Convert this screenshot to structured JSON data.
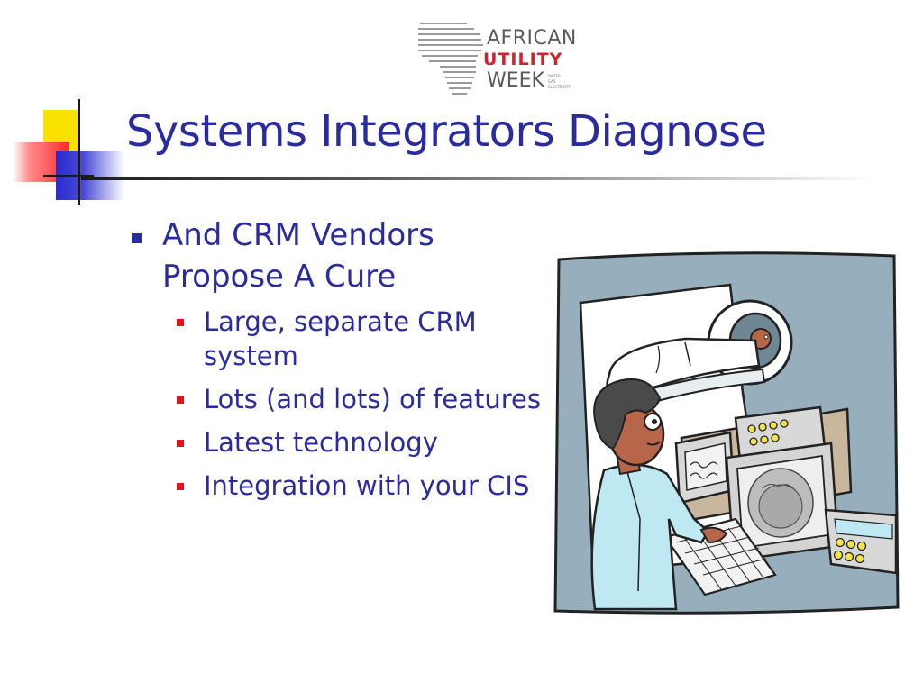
{
  "logo": {
    "line1": "AFRICAN",
    "line2": "UTILITY",
    "line3": "WEEK",
    "small1": "WATER",
    "small2": "GAS",
    "small3": "ELECTRICITY"
  },
  "title": "Systems Integrators Diagnose",
  "bullet": {
    "text": "And CRM Vendors Propose A Cure",
    "subitems": [
      "Large, separate CRM system",
      "Lots (and lots) of features",
      "Latest technology",
      "Integration with your CIS"
    ]
  },
  "colors": {
    "title": "#2b2ba0",
    "sub_bullet_marker": "#e2141a",
    "logo_red": "#d2232a",
    "logo_gray": "#5b5b5b"
  },
  "illustration": "doctor-at-mri-scanner-clipart"
}
